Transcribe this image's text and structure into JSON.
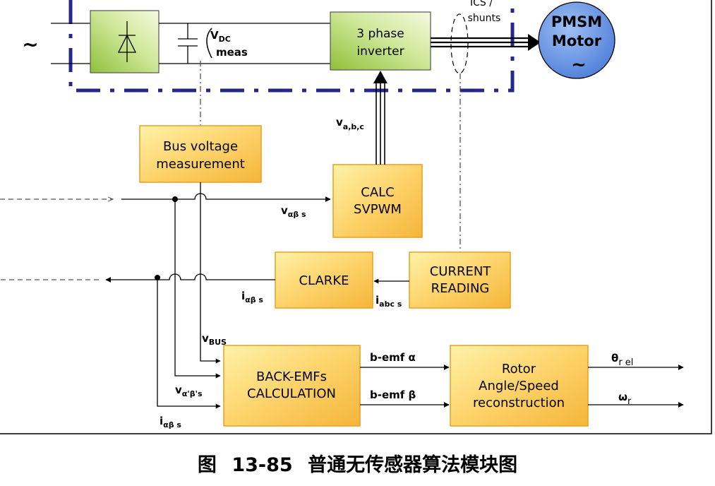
{
  "blocks": {
    "inverter": [
      "3 phase",
      "inverter"
    ],
    "bus_voltage": [
      "Bus voltage",
      "measurement"
    ],
    "svpwm": [
      "CALC",
      "SVPWM"
    ],
    "clarke": [
      "CLARKE"
    ],
    "current_reading": [
      "CURRENT",
      "READING"
    ],
    "back_emf": [
      "BACK-EMFs",
      "CALCULATION"
    ],
    "rotor": [
      "Rotor",
      "Angle/Speed",
      "reconstruction"
    ],
    "motor": [
      "PMSM",
      "Motor",
      "~"
    ]
  },
  "labels": {
    "ac_source": "~",
    "ics_shunts": [
      "ICS /",
      "shunts"
    ],
    "vdc": {
      "main": "V",
      "sub": "DC"
    },
    "meas": "meas",
    "vabc": {
      "main": "v",
      "sub": "a,b,c"
    },
    "v_alpha_beta": {
      "main": "v",
      "sub": "αβ s"
    },
    "i_alpha_beta": {
      "main": "i",
      "sub": "αβ s"
    },
    "i_abc": {
      "main": "i",
      "sub": "abc s"
    },
    "vbus": {
      "main": "v",
      "sub": "BUS"
    },
    "v_alpha_beta_prime": {
      "main": "v",
      "sub": "α'β's"
    },
    "i_alpha_beta_bottom": {
      "main": "i",
      "sub": "αβ s"
    },
    "bemf_alpha": "b-emf α",
    "bemf_beta": "b-emf β",
    "theta": {
      "main": "θ",
      "sub": "r el"
    },
    "omega": {
      "main": "ω",
      "sub": "r"
    }
  },
  "caption": {
    "prefix": "图",
    "number": "13-85",
    "title": "普通无传感器算法模块图"
  },
  "colors": {
    "block_fill": "#fdd36b",
    "block_border": "#e8a020",
    "green_fill": "#a8d060",
    "motor_fill": "#6f98e0",
    "dash_frame": "#25288a"
  }
}
